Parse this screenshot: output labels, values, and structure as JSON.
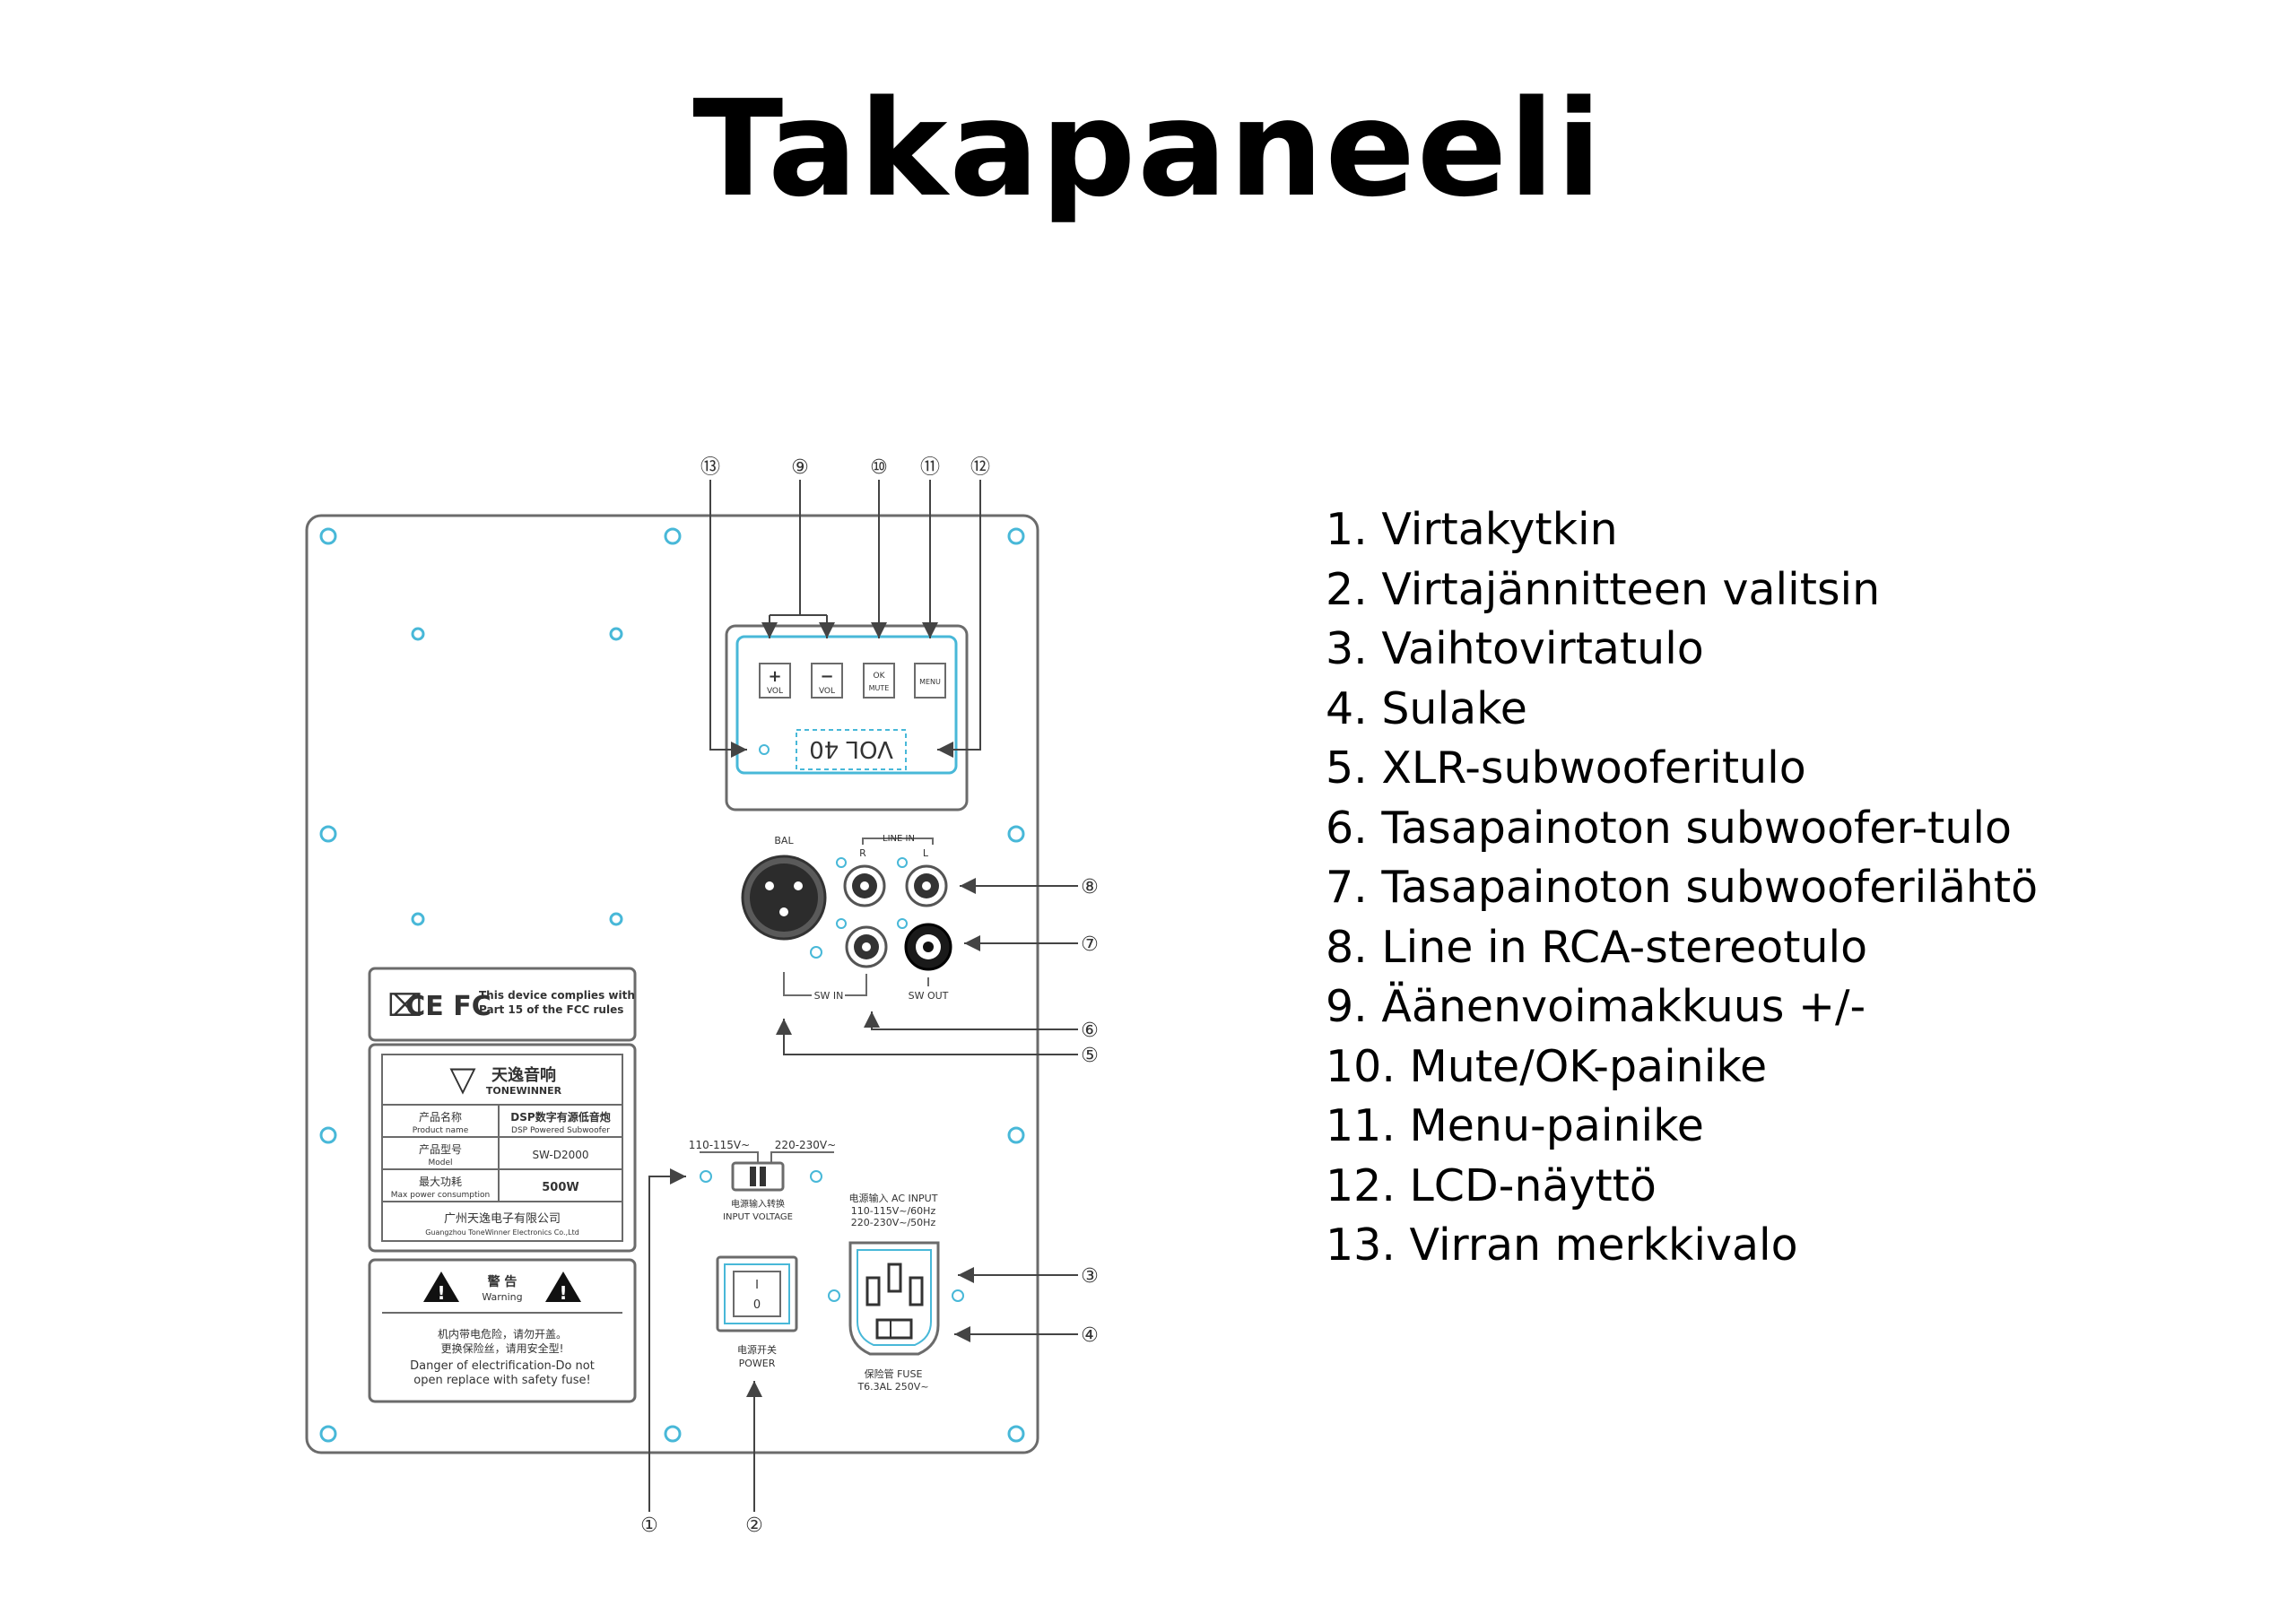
{
  "title": "Takapaneeli",
  "legend": [
    "1. Virtakytkin",
    "2. Virtajännitteen valitsin",
    "3. Vaihtovirtatulo",
    "4. Sulake",
    "5. XLR-subwooferitulo",
    "6. Tasapainoton subwoofer-tulo",
    "7. Tasapainoton subwooferilähtö",
    "8. Line in RCA-stereotulo",
    "9. Äänenvoimakkuus +/-",
    "10. Mute/OK-painike",
    "11. Menu-painike",
    "12. LCD-näyttö",
    "13. Virran merkkivalo"
  ],
  "callouts": [
    "①",
    "②",
    "③",
    "④",
    "⑤",
    "⑥",
    "⑦",
    "⑧",
    "⑨",
    "⑩",
    "⑪",
    "⑫",
    "⑬"
  ],
  "panel": {
    "buttons": [
      "VOL",
      "VOL",
      "MUTE",
      "MENU"
    ],
    "button_symbols": [
      "+",
      "−",
      "OK",
      ""
    ],
    "lcd": "VOL 40",
    "bal": "BAL",
    "line_in": "LINE IN",
    "r": "R",
    "l": "L",
    "sw_in": "SW IN",
    "sw_out": "SW OUT",
    "fcc_marks": "CE FC",
    "fcc_text_1": "This device complies with",
    "fcc_text_2": "Part 15 of the FCC rules",
    "brand_cn": "天逸音响",
    "brand_en": "TONEWINNER",
    "product_name_cn": "产品名称",
    "product_name_en": "Product name",
    "product_value_cn": "DSP数字有源低音炮",
    "product_value_en": "DSP Powered Subwoofer",
    "model_cn": "产品型号",
    "model_en": "Model",
    "model_value": "SW-D2000",
    "power_cn": "最大功耗",
    "power_en": "Max power consumption",
    "power_value": "500W",
    "company_cn": "广州天逸电子有限公司",
    "company_en": "Guangzhou ToneWinner Electronics Co.,Ltd",
    "warning_cn": "警 告",
    "warning_en": "Warning",
    "warning_text_cn_1": "机内带电危险，请勿开盖。",
    "warning_text_cn_2": "更换保险丝，请用安全型!",
    "warning_text_en_1": "Danger of electrification-Do not",
    "warning_text_en_2": "open replace with safety fuse!",
    "volt_low": "110-115V~",
    "volt_high": "220-230V~",
    "input_voltage_cn": "电源输入转换",
    "input_voltage_en": "INPUT VOLTAGE",
    "switch_on": "I",
    "switch_off": "0",
    "power_cn_label": "电源开关",
    "power_en_label": "POWER",
    "ac_input_1": "电源输入 AC INPUT",
    "ac_input_2": "110-115V~/60Hz",
    "ac_input_3": "220-230V~/50Hz",
    "fuse_1": "保险管 FUSE",
    "fuse_2": "T6.3AL 250V~"
  },
  "colors": {
    "accent": "#48b8d8",
    "line": "#6b6b6b",
    "text": "#000000"
  }
}
